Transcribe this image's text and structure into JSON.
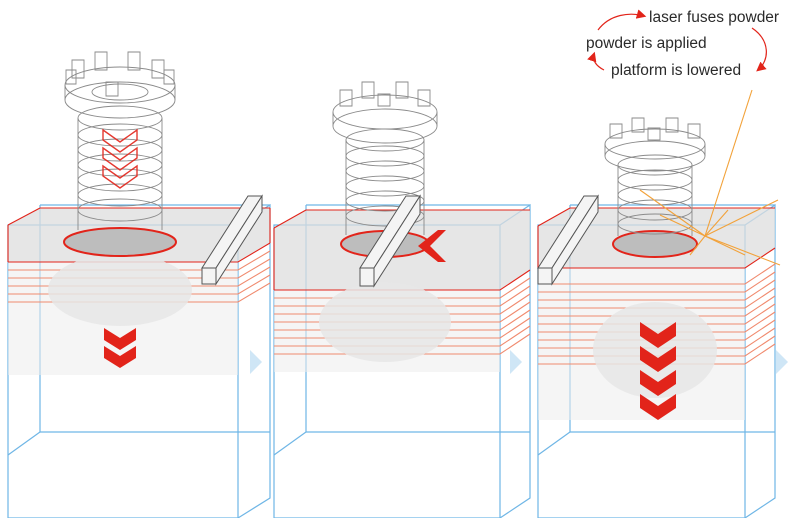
{
  "cycle": {
    "labels": [
      "laser fuses powder",
      "powder is applied",
      "platform is lowered"
    ]
  },
  "panels": [
    {
      "stage": "platform-lowered",
      "arrow_direction": "down"
    },
    {
      "stage": "powder-applied",
      "arrow_direction": "left"
    },
    {
      "stage": "laser-fusing",
      "arrow_direction": "down"
    }
  ],
  "colors": {
    "accent_red": "#e2241a",
    "layer_line": "#f08a6e",
    "box_blue": "#6fb6e6",
    "powder_gray": "#d9d9d9",
    "wire": "#8a8a8a",
    "laser": "#f2a23a",
    "next_arrow": "#cfe6f6"
  }
}
